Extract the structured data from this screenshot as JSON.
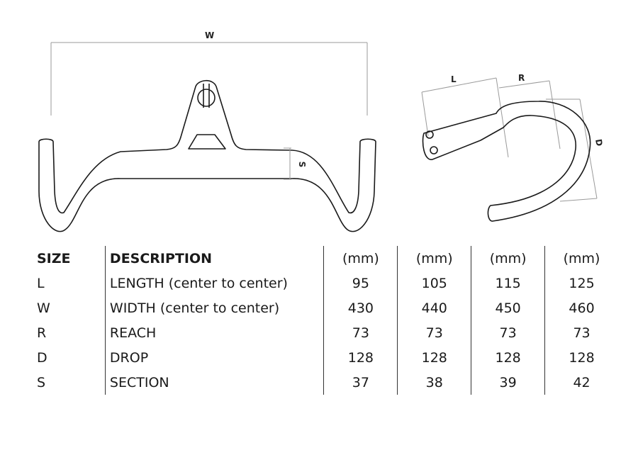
{
  "dimension_labels": {
    "width": "W",
    "section": "S",
    "length": "L",
    "reach": "R",
    "drop": "D"
  },
  "table": {
    "header": {
      "size": "SIZE",
      "description": "DESCRIPTION",
      "units": [
        "(mm)",
        "(mm)",
        "(mm)",
        "(mm)"
      ]
    },
    "rows": [
      {
        "code": "L",
        "description": "LENGTH (center to center)",
        "values": [
          "95",
          "105",
          "115",
          "125"
        ]
      },
      {
        "code": "W",
        "description": "WIDTH (center to center)",
        "values": [
          "430",
          "440",
          "450",
          "460"
        ]
      },
      {
        "code": "R",
        "description": "REACH",
        "values": [
          "73",
          "73",
          "73",
          "73"
        ]
      },
      {
        "code": "D",
        "description": "DROP",
        "values": [
          "128",
          "128",
          "128",
          "128"
        ]
      },
      {
        "code": "S",
        "description": "SECTION",
        "values": [
          "37",
          "38",
          "39",
          "42"
        ]
      }
    ]
  },
  "colors": {
    "line": "#1a1a1a",
    "dimension": "#9a9a9a"
  }
}
